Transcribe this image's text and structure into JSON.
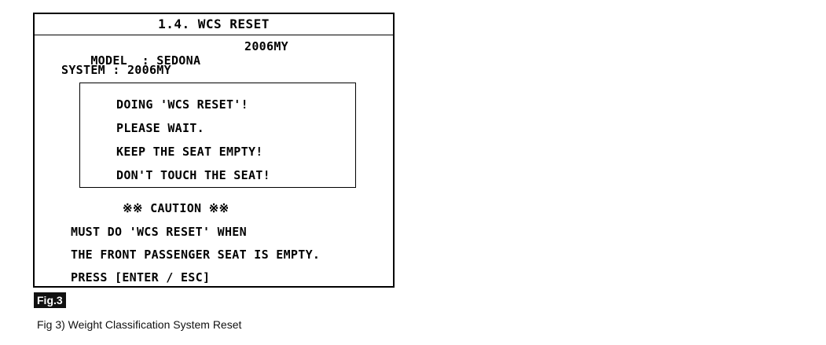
{
  "screen": {
    "title": "1.4. WCS RESET",
    "model_label": "MODEL  : SEDONA",
    "model_year": "2006MY",
    "system_label": "SYSTEM : 2006MY",
    "status_lines": [
      "DOING 'WCS RESET'!",
      "PLEASE WAIT.",
      "KEEP THE SEAT EMPTY!",
      "DON'T TOUCH THE SEAT!"
    ],
    "caution_heading": "※※ CAUTION ※※",
    "caution_lines": [
      "MUST DO 'WCS RESET' WHEN",
      "THE FRONT PASSENGER SEAT IS EMPTY.",
      "PRESS [ENTER / ESC]"
    ]
  },
  "figure": {
    "label": "Fig.3",
    "caption": "Fig 3) Weight Classification System Reset"
  }
}
